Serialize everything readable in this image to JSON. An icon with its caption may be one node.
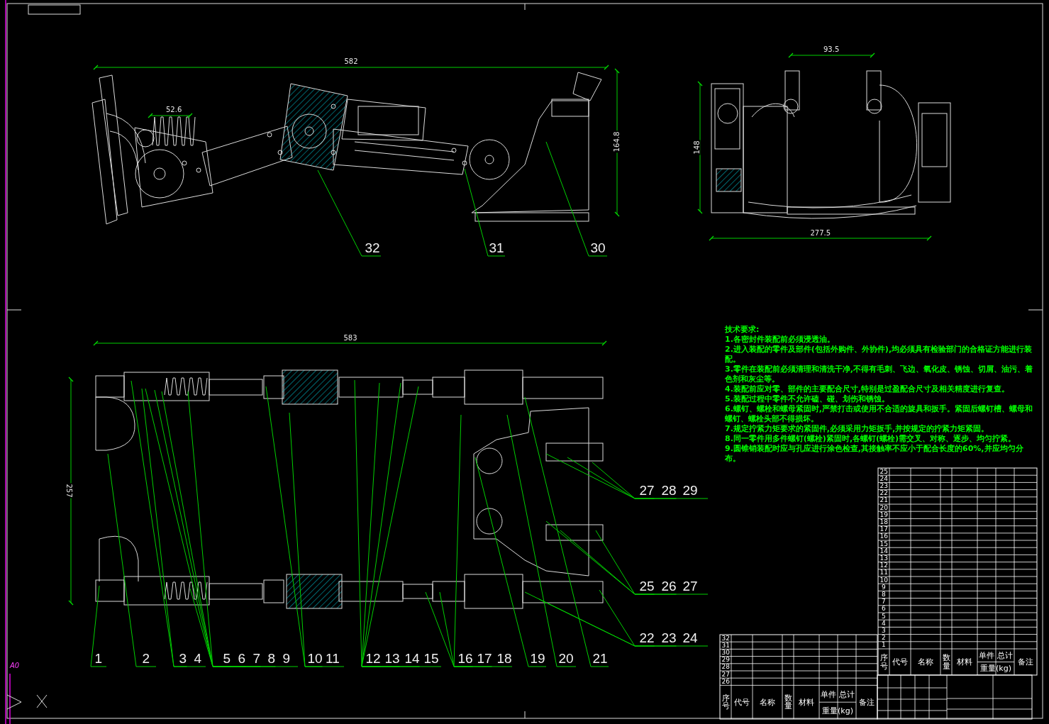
{
  "diagram": {
    "nodes": [
      {
        "text": [
          "32"
        ]
      },
      {
        "text": [
          "31"
        ]
      },
      {
        "text": [
          "30"
        ]
      },
      {
        "text": [
          "27"
        ]
      },
      {
        "text": [
          "28"
        ]
      },
      {
        "text": [
          "29"
        ]
      },
      {
        "text": [
          "25"
        ]
      },
      {
        "text": [
          "26"
        ]
      },
      {
        "text": [
          "27"
        ]
      },
      {
        "text": [
          "22"
        ]
      },
      {
        "text": [
          "23"
        ]
      },
      {
        "text": [
          "24"
        ]
      },
      {
        "text": [
          "1"
        ]
      },
      {
        "text": [
          "2"
        ]
      },
      {
        "text": [
          "3"
        ]
      },
      {
        "text": [
          "4"
        ]
      },
      {
        "text": [
          "5"
        ]
      },
      {
        "text": [
          "6"
        ]
      },
      {
        "text": [
          "7"
        ]
      },
      {
        "text": [
          "8"
        ]
      },
      {
        "text": [
          "9"
        ]
      },
      {
        "text": [
          "10"
        ]
      },
      {
        "text": [
          "11"
        ]
      },
      {
        "text": [
          "12"
        ]
      },
      {
        "text": [
          "13"
        ]
      },
      {
        "text": [
          "14"
        ]
      },
      {
        "text": [
          "15"
        ]
      },
      {
        "text": [
          "16"
        ]
      },
      {
        "text": [
          "17"
        ]
      },
      {
        "text": [
          "18"
        ]
      },
      {
        "text": [
          "19"
        ]
      },
      {
        "text": [
          "20"
        ]
      },
      {
        "text": [
          "21"
        ]
      }
    ],
    "edges": [
      {
        "from": 0,
        "to": null,
        "arrow": "none"
      },
      {
        "from": 1,
        "to": null,
        "arrow": "none"
      },
      {
        "from": 2,
        "to": null,
        "arrow": "none"
      },
      {
        "from": 3,
        "to": null,
        "arrow": "none"
      },
      {
        "from": 4,
        "to": null,
        "arrow": "none"
      },
      {
        "from": 5,
        "to": null,
        "arrow": "none"
      },
      {
        "from": 6,
        "to": null,
        "arrow": "none"
      },
      {
        "from": 7,
        "to": null,
        "arrow": "none"
      },
      {
        "from": 8,
        "to": null,
        "arrow": "none"
      },
      {
        "from": 9,
        "to": null,
        "arrow": "none"
      },
      {
        "from": 10,
        "to": null,
        "arrow": "none"
      },
      {
        "from": 11,
        "to": null,
        "arrow": "none"
      },
      {
        "from": 12,
        "to": null,
        "arrow": "none"
      },
      {
        "from": 13,
        "to": null,
        "arrow": "none"
      },
      {
        "from": 14,
        "to": null,
        "arrow": "none"
      },
      {
        "from": 15,
        "to": null,
        "arrow": "none"
      },
      {
        "from": 16,
        "to": null,
        "arrow": "none"
      },
      {
        "from": 17,
        "to": null,
        "arrow": "none"
      },
      {
        "from": 18,
        "to": null,
        "arrow": "none"
      },
      {
        "from": 19,
        "to": null,
        "arrow": "none"
      },
      {
        "from": 20,
        "to": null,
        "arrow": "none"
      },
      {
        "from": 21,
        "to": null,
        "arrow": "none"
      },
      {
        "from": 22,
        "to": null,
        "arrow": "none"
      },
      {
        "from": 23,
        "to": null,
        "arrow": "none"
      },
      {
        "from": 24,
        "to": null,
        "arrow": "none"
      },
      {
        "from": 25,
        "to": null,
        "arrow": "none"
      },
      {
        "from": 26,
        "to": null,
        "arrow": "none"
      },
      {
        "from": 27,
        "to": null,
        "arrow": "none"
      },
      {
        "from": 28,
        "to": null,
        "arrow": "none"
      },
      {
        "from": 29,
        "to": null,
        "arrow": "none"
      },
      {
        "from": 30,
        "to": null,
        "arrow": "none"
      },
      {
        "from": 31,
        "to": null,
        "arrow": "none"
      },
      {
        "from": 32,
        "to": null,
        "arrow": "none"
      }
    ],
    "labels": [
      "582",
      "52.6",
      "164.8",
      "93.5",
      "148",
      "277.5",
      "583",
      "257",
      "技术要求:",
      "1.各密封件装配前必须浸透油。",
      "2.进入装配的零件及部件(包括外购件、外协件),均必须具有检验部门的合格证方能进行装配。",
      "3.零件在装配前必须清理和清洗干净,不得有毛刺、飞边、氧化皮、锈蚀、切屑、油污、着色剂和灰尘等。",
      "4.装配前应对零、部件的主要配合尺寸,特别是过盈配合尺寸及相关精度进行复查。",
      "5.装配过程中零件不允许磕、碰、划伤和锈蚀。",
      "6.螺钉、螺栓和螺母紧固时,严禁打击或使用不合适的旋具和扳手。紧固后螺钉槽、螺母和螺钉、螺栓头部不得损坏。",
      "7.规定拧紧力矩要求的紧固件,必须采用力矩扳手,并按规定的拧紧力矩紧固。",
      "8.同一零件用多件螺钉(螺栓)紧固时,各螺钉(螺栓)需交叉、对称、逐步、均匀拧紧。",
      "9.圆锥销装配时应与孔应进行涂色检查,其接触率不应小于配合长度的60%,并应均匀分布。",
      "25",
      "24",
      "23",
      "22",
      "21",
      "20",
      "19",
      "18",
      "17",
      "16",
      "15",
      "14",
      "13",
      "12",
      "11",
      "10",
      "9",
      "8",
      "7",
      "6",
      "5",
      "4",
      "3",
      "2",
      "1",
      "序号",
      "代号",
      "名称",
      "数量",
      "材料",
      "单件",
      "总计",
      "重量(kg)",
      "备注",
      "32",
      "31",
      "30",
      "29",
      "28",
      "27",
      "26",
      "序号",
      "代号",
      "名称",
      "数量",
      "材料",
      "单件",
      "总计",
      "重量(kg)",
      "备注",
      "A0"
    ]
  }
}
